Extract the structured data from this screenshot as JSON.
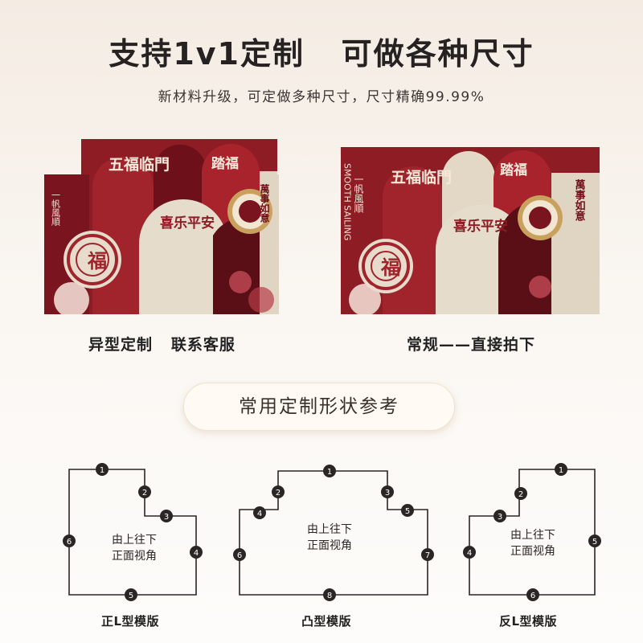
{
  "header": {
    "title": "支持1v1定制   可做各种尺寸",
    "subtitle": "新材料升级，可定做多种尺寸，尺寸精确99.99%"
  },
  "rugs": {
    "left_caption": "异型定制   联系客服",
    "right_caption": "常规——直接拍下",
    "text": {
      "wufu": "五福临門",
      "tafu": "踏福",
      "yifan": "一帆風順",
      "smooth": "SMOOTH SAILING",
      "xile": "喜乐平安",
      "wanshi": "萬事如意",
      "fu": "福"
    }
  },
  "section": {
    "title": "常用定制形状参考"
  },
  "diagrams": [
    {
      "name": "正L型模版",
      "inner_text": [
        "由上往下",
        "正面视角"
      ],
      "points": [
        "1",
        "2",
        "3",
        "4",
        "5",
        "6"
      ]
    },
    {
      "name": "凸型模版",
      "inner_text": [
        "由上往下",
        "正面视角"
      ],
      "points": [
        "1",
        "2",
        "3",
        "4",
        "5",
        "6",
        "7",
        "8"
      ]
    },
    {
      "name": "反L型模版",
      "inner_text": [
        "由上往下",
        "正面视角"
      ],
      "points": [
        "1",
        "2",
        "3",
        "4",
        "5",
        "6"
      ]
    }
  ],
  "colors": {
    "burgundy": "#8e1c24",
    "deep_red": "#6d1019",
    "cream": "#e6dccb",
    "gold": "#c9a15e"
  }
}
